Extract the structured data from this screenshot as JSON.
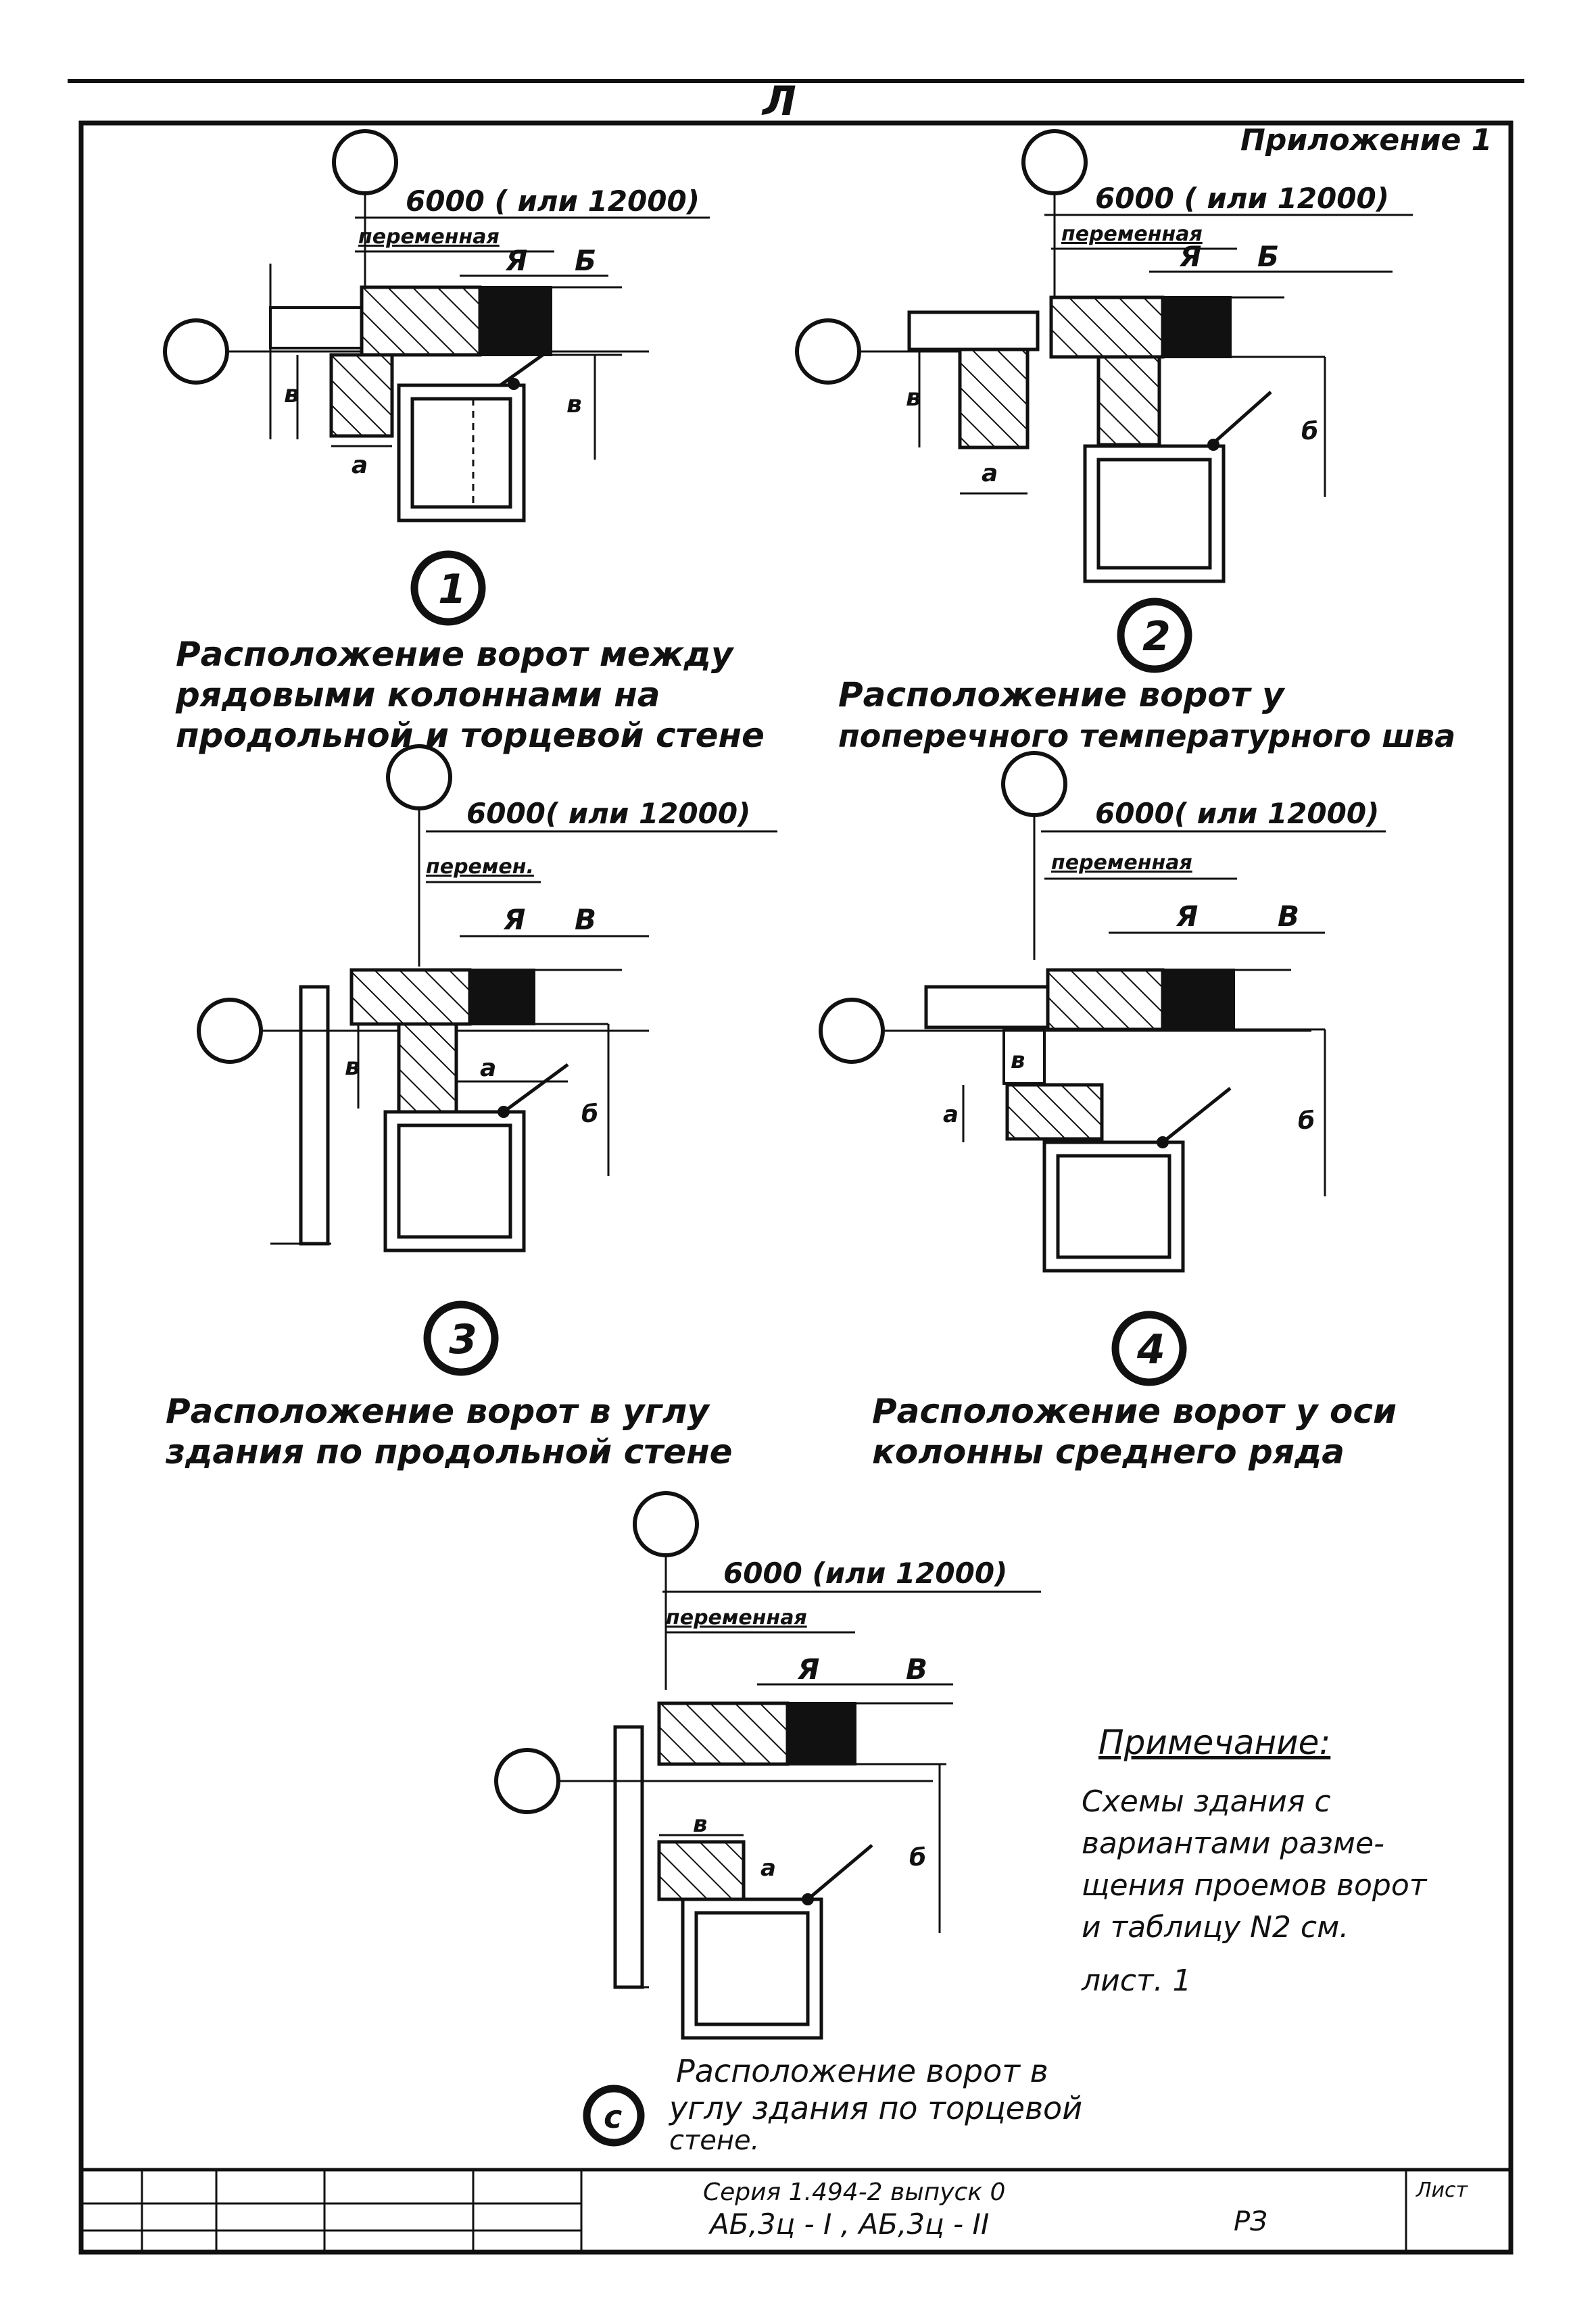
{
  "sheet": {
    "top_mark": "Л",
    "appendix_label": "Приложение 1"
  },
  "diagrams": [
    {
      "number": "1",
      "span": "6000 ( или 12000)",
      "variable_label": "переменная",
      "dim_a": "Я",
      "dim_b": "Б",
      "dim_v": "в",
      "dim_d": "a",
      "dim_b2": "в",
      "caption": [
        "Расположение ворот между",
        "рядовыми колоннами на",
        "продольной и торцевой стене"
      ]
    },
    {
      "number": "2",
      "span": "6000 ( или 12000)",
      "variable_label": "переменная",
      "dim_a": "Я",
      "dim_b": "Б",
      "dim_v": "в",
      "dim_d": "a",
      "dim_b2": "б",
      "caption": [
        "Расположение ворот у",
        "поперечного температурного шва"
      ]
    },
    {
      "number": "3",
      "span": "6000( или 12000)",
      "variable_label": "перемен.",
      "dim_a": "Я",
      "dim_b": "В",
      "dim_v": "в",
      "dim_d": "а",
      "dim_b2": "б",
      "caption": [
        "Расположение ворот в углу",
        "здания по продольной стене"
      ]
    },
    {
      "number": "4",
      "span": "6000( или 12000)",
      "variable_label": "переменная",
      "dim_a": "Я",
      "dim_b": "В",
      "dim_v": "в",
      "dim_d": "а",
      "dim_b2": "б",
      "caption": [
        "Расположение ворот у оси",
        "колонны среднего ряда"
      ]
    },
    {
      "number": "с",
      "span": "6000 (или 12000)",
      "variable_label": "переменная",
      "dim_a": "Я",
      "dim_b": "В",
      "dim_v": "в",
      "dim_d": "а",
      "dim_b2": "б",
      "caption": [
        "Расположение ворот в",
        "углу здания по торцевой",
        "стене."
      ]
    }
  ],
  "note": {
    "title": "Примечание:",
    "lines": [
      "Схемы здания с",
      "вариантами разме-",
      "щения проемов ворот",
      "и таблицу N2 см.",
      "лист. 1"
    ]
  },
  "title_block": {
    "series_line": "Серия 1.494-2 выпуск 0",
    "codes_line": "АБ,3ц - I , АБ,3ц - II",
    "sheet_code": "РЗ",
    "corner_label": "Лист"
  }
}
